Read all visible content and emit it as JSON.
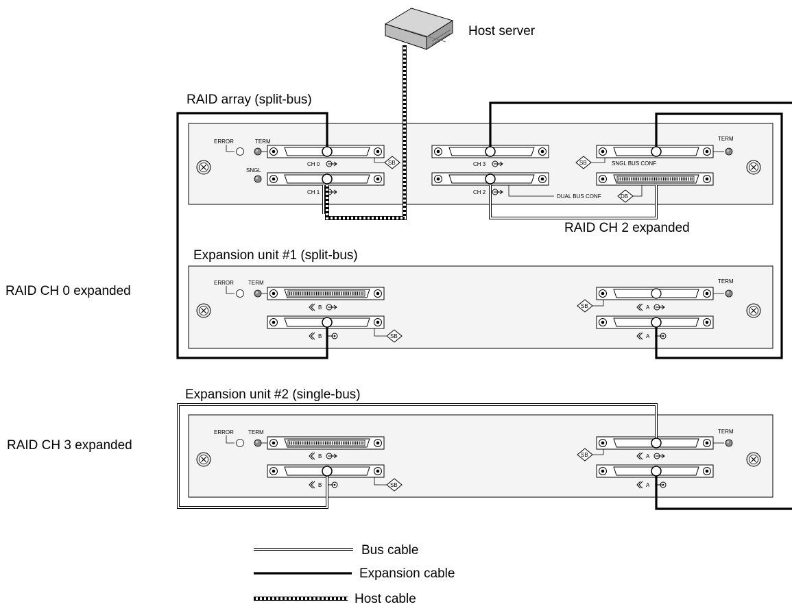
{
  "host": {
    "label": "Host server"
  },
  "raid": {
    "title": "RAID array (split-bus)",
    "error": "ERROR",
    "term_left": "TERM",
    "term_right": "TERM",
    "sngl": "SNGL",
    "ch0": "CH 0",
    "ch1": "CH 1",
    "ch2": "CH 2",
    "ch3": "CH 3",
    "sngl_bus_conf": "SNGL BUS CONF",
    "dual_bus_conf": "DUAL BUS CONF",
    "sb_left": "SB",
    "sb_right": "SB",
    "db": "DB"
  },
  "exp1": {
    "title": "Expansion unit #1 (split-bus)",
    "error": "ERROR",
    "term_left": "TERM",
    "term_right": "TERM",
    "b_top": "B",
    "b_bottom": "B",
    "a_top": "A",
    "a_bottom": "A",
    "sb_left": "SB",
    "sb_right": "SB"
  },
  "exp2": {
    "title": "Expansion unit #2 (single-bus)",
    "error": "ERROR",
    "term_left": "TERM",
    "term_right": "TERM",
    "b_top": "B",
    "b_bottom": "B",
    "a_top": "A",
    "a_bottom": "A",
    "sb_left": "SB",
    "sb_right": "SB"
  },
  "annotations": {
    "raid_ch2": "RAID CH 2 expanded",
    "raid_ch0": "RAID CH 0 expanded",
    "raid_ch3": "RAID CH 3 expanded"
  },
  "legend": {
    "bus": "Bus cable",
    "expansion": "Expansion cable",
    "host": "Host cable"
  }
}
